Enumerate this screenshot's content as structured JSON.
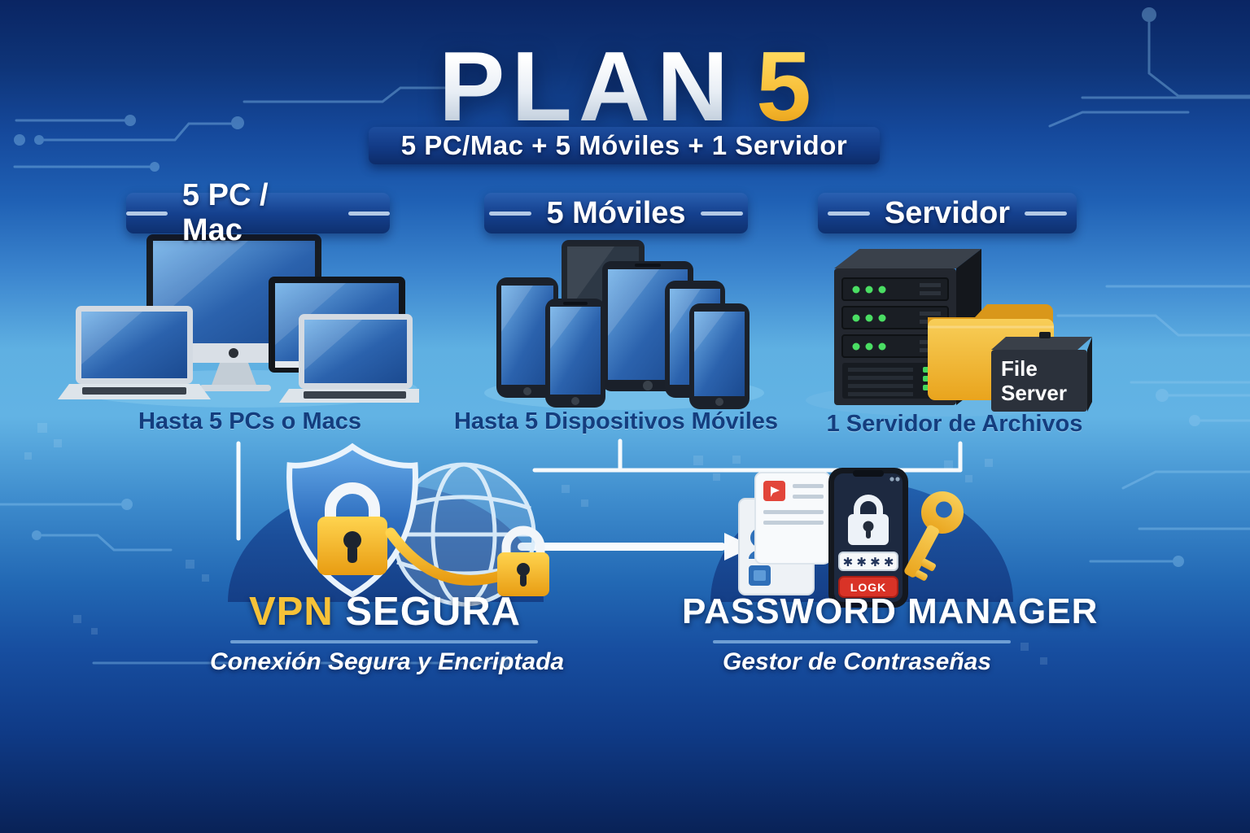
{
  "header": {
    "title_main": "PLAN",
    "title_number": "5",
    "subtitle": "5 PC/Mac + 5 Móviles + 1 Servidor"
  },
  "columns": [
    {
      "header": "5 PC / Mac",
      "caption": "Hasta 5 PCs o Macs"
    },
    {
      "header": "5 Móviles",
      "caption": "Hasta 5 Dispositivos Móviles"
    },
    {
      "header": "Servidor",
      "caption": "1 Servidor de Archivos",
      "box_label_1": "File",
      "box_label_2": "Server"
    }
  ],
  "features": [
    {
      "title_accent": "VPN",
      "title_rest": "SEGURA",
      "subtitle": "Conexión Segura y Encriptada"
    },
    {
      "title_accent": "",
      "title_rest": "PASSWORD MANAGER",
      "subtitle": "Gestor de Contraseñas"
    }
  ],
  "password_phone": {
    "password_mask": "✱ ✱ ✱ ✱",
    "login_label": "LOGK"
  },
  "colors": {
    "accent_gold": "#f4b42a",
    "navy_band": "#123a85",
    "caption_blue": "#143d7e",
    "screen_blue": "#2b62ad",
    "login_red": "#d93327",
    "folder_gold": "#f0b63c",
    "led_green": "#45d95c",
    "background_top": "#0a2563",
    "background_light_band": "#62b3e4"
  }
}
